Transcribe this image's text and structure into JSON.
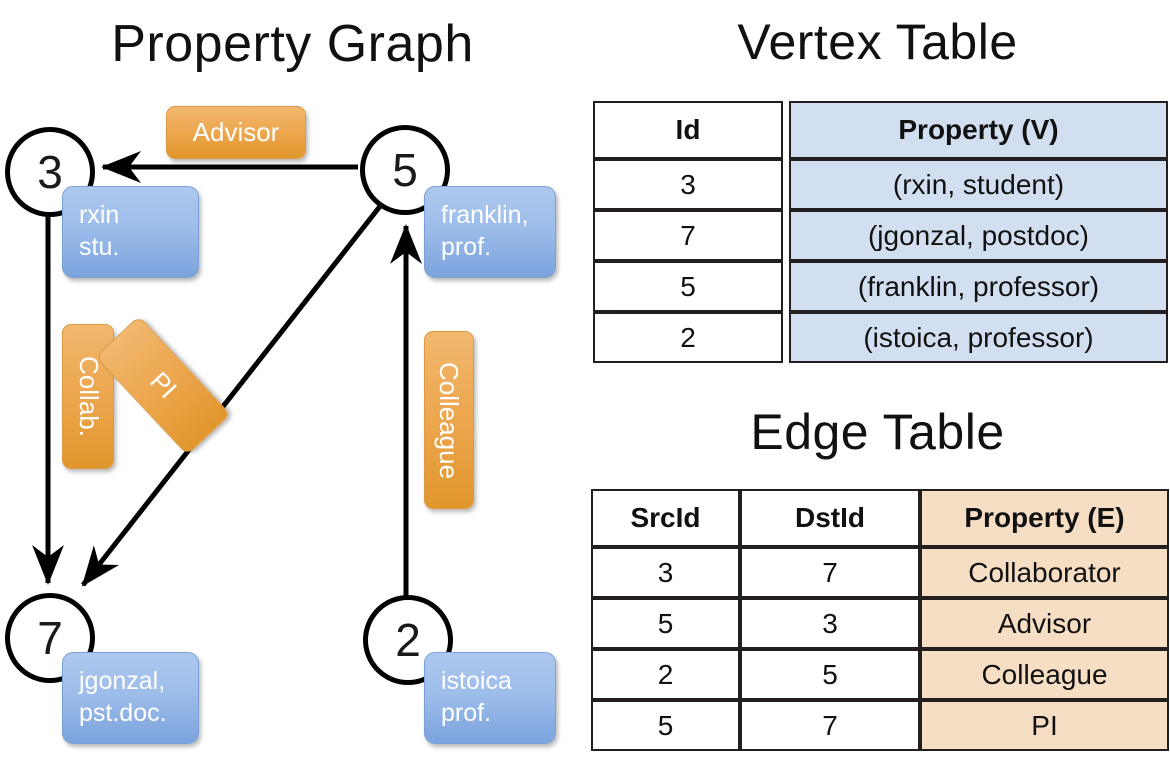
{
  "titles": {
    "property_graph": "Property Graph",
    "vertex_table": "Vertex Table",
    "edge_table": "Edge Table"
  },
  "colors": {
    "vertex_property_fill": "#d2dff0",
    "edge_property_fill": "#f6dec4",
    "node_box_blue": "#9dbdea",
    "edge_label_orange": "#eda851",
    "stroke": "#231f20"
  },
  "graph": {
    "nodes": [
      {
        "id": "3",
        "property_lines": [
          "rxin",
          "stu."
        ]
      },
      {
        "id": "5",
        "property_lines": [
          "franklin,",
          "prof."
        ]
      },
      {
        "id": "7",
        "property_lines": [
          "jgonzal,",
          "pst.doc."
        ]
      },
      {
        "id": "2",
        "property_lines": [
          "istoica",
          "prof."
        ]
      }
    ],
    "edge_labels": [
      {
        "name": "advisor",
        "text": "Advisor",
        "src": "5",
        "dst": "3"
      },
      {
        "name": "collab",
        "text": "Collab.",
        "src": "3",
        "dst": "7"
      },
      {
        "name": "pi",
        "text": "PI",
        "src": "5",
        "dst": "7"
      },
      {
        "name": "colleague",
        "text": "Colleague",
        "src": "2",
        "dst": "5"
      }
    ]
  },
  "vertex_table": {
    "headers": [
      "Id",
      "Property (V)"
    ],
    "rows": [
      {
        "id": "3",
        "property": "(rxin, student)"
      },
      {
        "id": "7",
        "property": "(jgonzal, postdoc)"
      },
      {
        "id": "5",
        "property": "(franklin, professor)"
      },
      {
        "id": "2",
        "property": "(istoica, professor)"
      }
    ]
  },
  "edge_table": {
    "headers": [
      "SrcId",
      "DstId",
      "Property (E)"
    ],
    "rows": [
      {
        "src": "3",
        "dst": "7",
        "property": "Collaborator"
      },
      {
        "src": "5",
        "dst": "3",
        "property": "Advisor"
      },
      {
        "src": "2",
        "dst": "5",
        "property": "Colleague"
      },
      {
        "src": "5",
        "dst": "7",
        "property": "PI"
      }
    ]
  }
}
